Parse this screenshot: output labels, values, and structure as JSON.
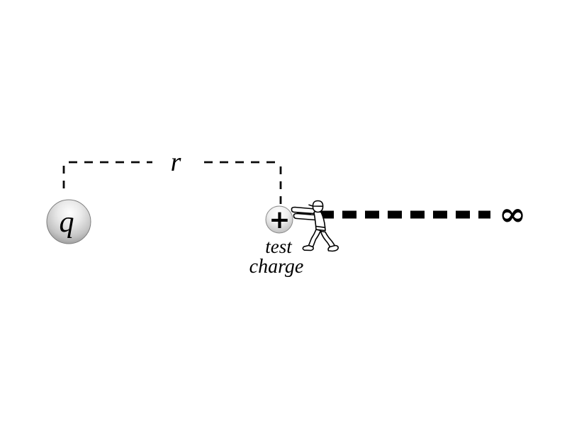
{
  "diagram": {
    "background_color": "#ffffff",
    "ink_color": "#000000",
    "sphere_edge_gray": "#8f8f8f",
    "source_charge": {
      "label": "q"
    },
    "distance_label": "r",
    "test_charge": {
      "symbol": "+",
      "caption_line1": "test",
      "caption_line2": "charge"
    },
    "infinity_symbol": "∞"
  }
}
